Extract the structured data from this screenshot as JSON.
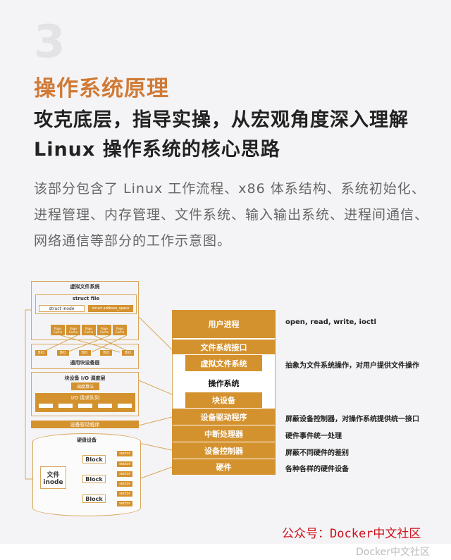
{
  "section_number": "3",
  "title": "操作系统原理",
  "subtitle": "攻克底层，指导实操，从宏观角度深入理解 Linux 操作系统的核心思路",
  "description": "该部分包含了 Linux 工作流程、x86 体系结构、系统初始化、进程管理、内存管理、文件系统、输入输出系统、进程间通信、网络通信等部分的工作示意图。",
  "left_diagram": {
    "vfs": "虚拟文件系统",
    "struct_file": "struct file",
    "struct_inode": "struct inode",
    "struct_address_space": "struct address_space",
    "page_cache": [
      "Page Cache",
      "Page Cache",
      "Page Cache",
      "Page Cache",
      "Page Cache"
    ],
    "bio": [
      "BIO",
      "BIO",
      "BIO",
      "BIO",
      "BIO"
    ],
    "generic_block_layer": "通用块设备层",
    "io_sched_layer": "块设备 I/O 调度层",
    "sched_algo": "调度算法",
    "io_queue": "I/O 请求队列",
    "driver": "设备驱动程序",
    "disk": "硬盘设备",
    "file_inode": "文件 inode",
    "blocks": [
      "Block",
      "Block",
      "Block"
    ],
    "sector": "sector"
  },
  "stack": {
    "user_process": "用户进程",
    "fs_interface": "文件系统接口",
    "vfs": "虚拟文件系统",
    "os": "操作系统",
    "block_device": "块设备",
    "driver": "设备驱动程序",
    "irq": "中断处理器",
    "controller": "设备控制器",
    "hardware": "硬件"
  },
  "stack_desc": {
    "user_process": "open, read, write, ioctl",
    "vfs": "抽象为文件系统操作，对用户提供文件操作",
    "driver": "屏蔽设备控制器，对操作系统提供统一接口",
    "irq": "硬件事件统一处理",
    "controller": "屏蔽不同硬件的差别",
    "hardware": "各种各样的硬件设备"
  },
  "footer": "公众号：Docker中文社区",
  "watermark": "Docker中文社区",
  "colors": {
    "accent": "#d4922e",
    "title": "#d07a36",
    "footer": "#d0101a"
  }
}
